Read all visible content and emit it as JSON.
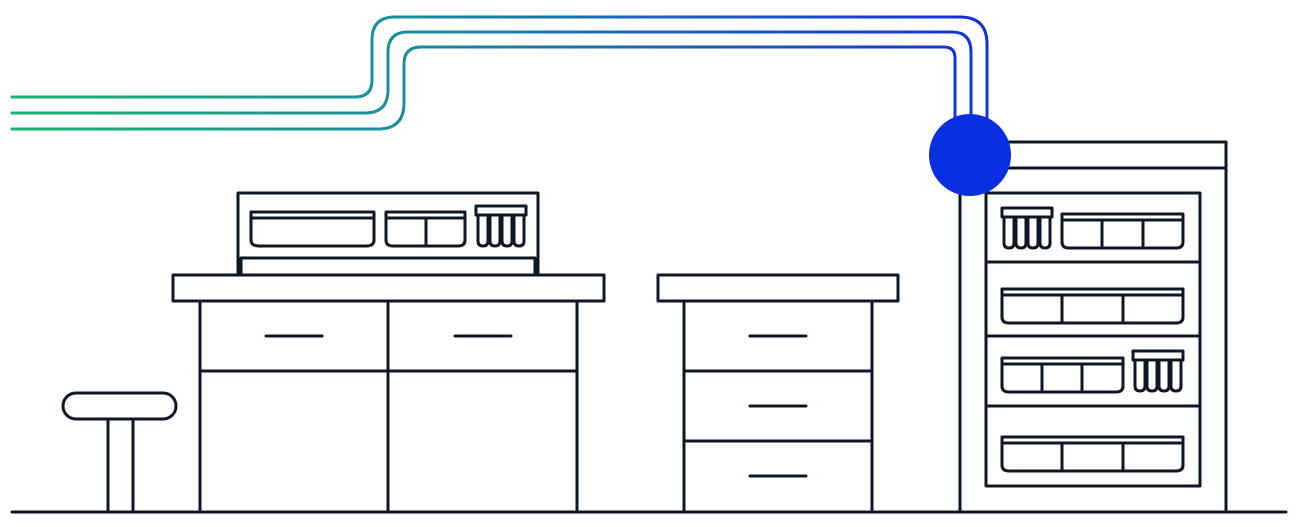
{
  "colors": {
    "line": "#0e1726",
    "accent": "#0a2fe0",
    "gradient_start": "#1fb06a",
    "gradient_mid": "#1a8f9a",
    "gradient_end": "#1530d8",
    "background": "#ffffff"
  },
  "scene": {
    "objects": [
      "counter-cabinet",
      "drawer-unit",
      "storage-rack",
      "stool",
      "data-lines",
      "connection-node"
    ]
  }
}
